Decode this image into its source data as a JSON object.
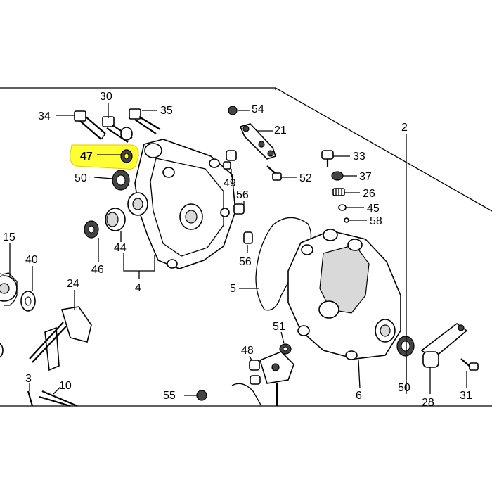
{
  "highlight": {
    "color": "#ffff33",
    "part": "47"
  },
  "labels": {
    "p30": "30",
    "p34": "34",
    "p35": "35",
    "p54": "54",
    "p21": "21",
    "p2": "2",
    "p47": "47",
    "p50a": "50",
    "p33": "33",
    "p37": "37",
    "p49": "49",
    "p52": "52",
    "p26": "26",
    "p56a": "56",
    "p45": "45",
    "p58": "58",
    "p15": "15",
    "p40": "40",
    "p44": "44",
    "p46": "46",
    "p4": "4",
    "p56b": "56",
    "p24": "24",
    "p5": "5",
    "p51": "51",
    "p48": "48",
    "p50b": "50",
    "p6": "6",
    "p28": "28",
    "p31": "31",
    "p3": "3",
    "p10": "10",
    "p55": "55"
  }
}
